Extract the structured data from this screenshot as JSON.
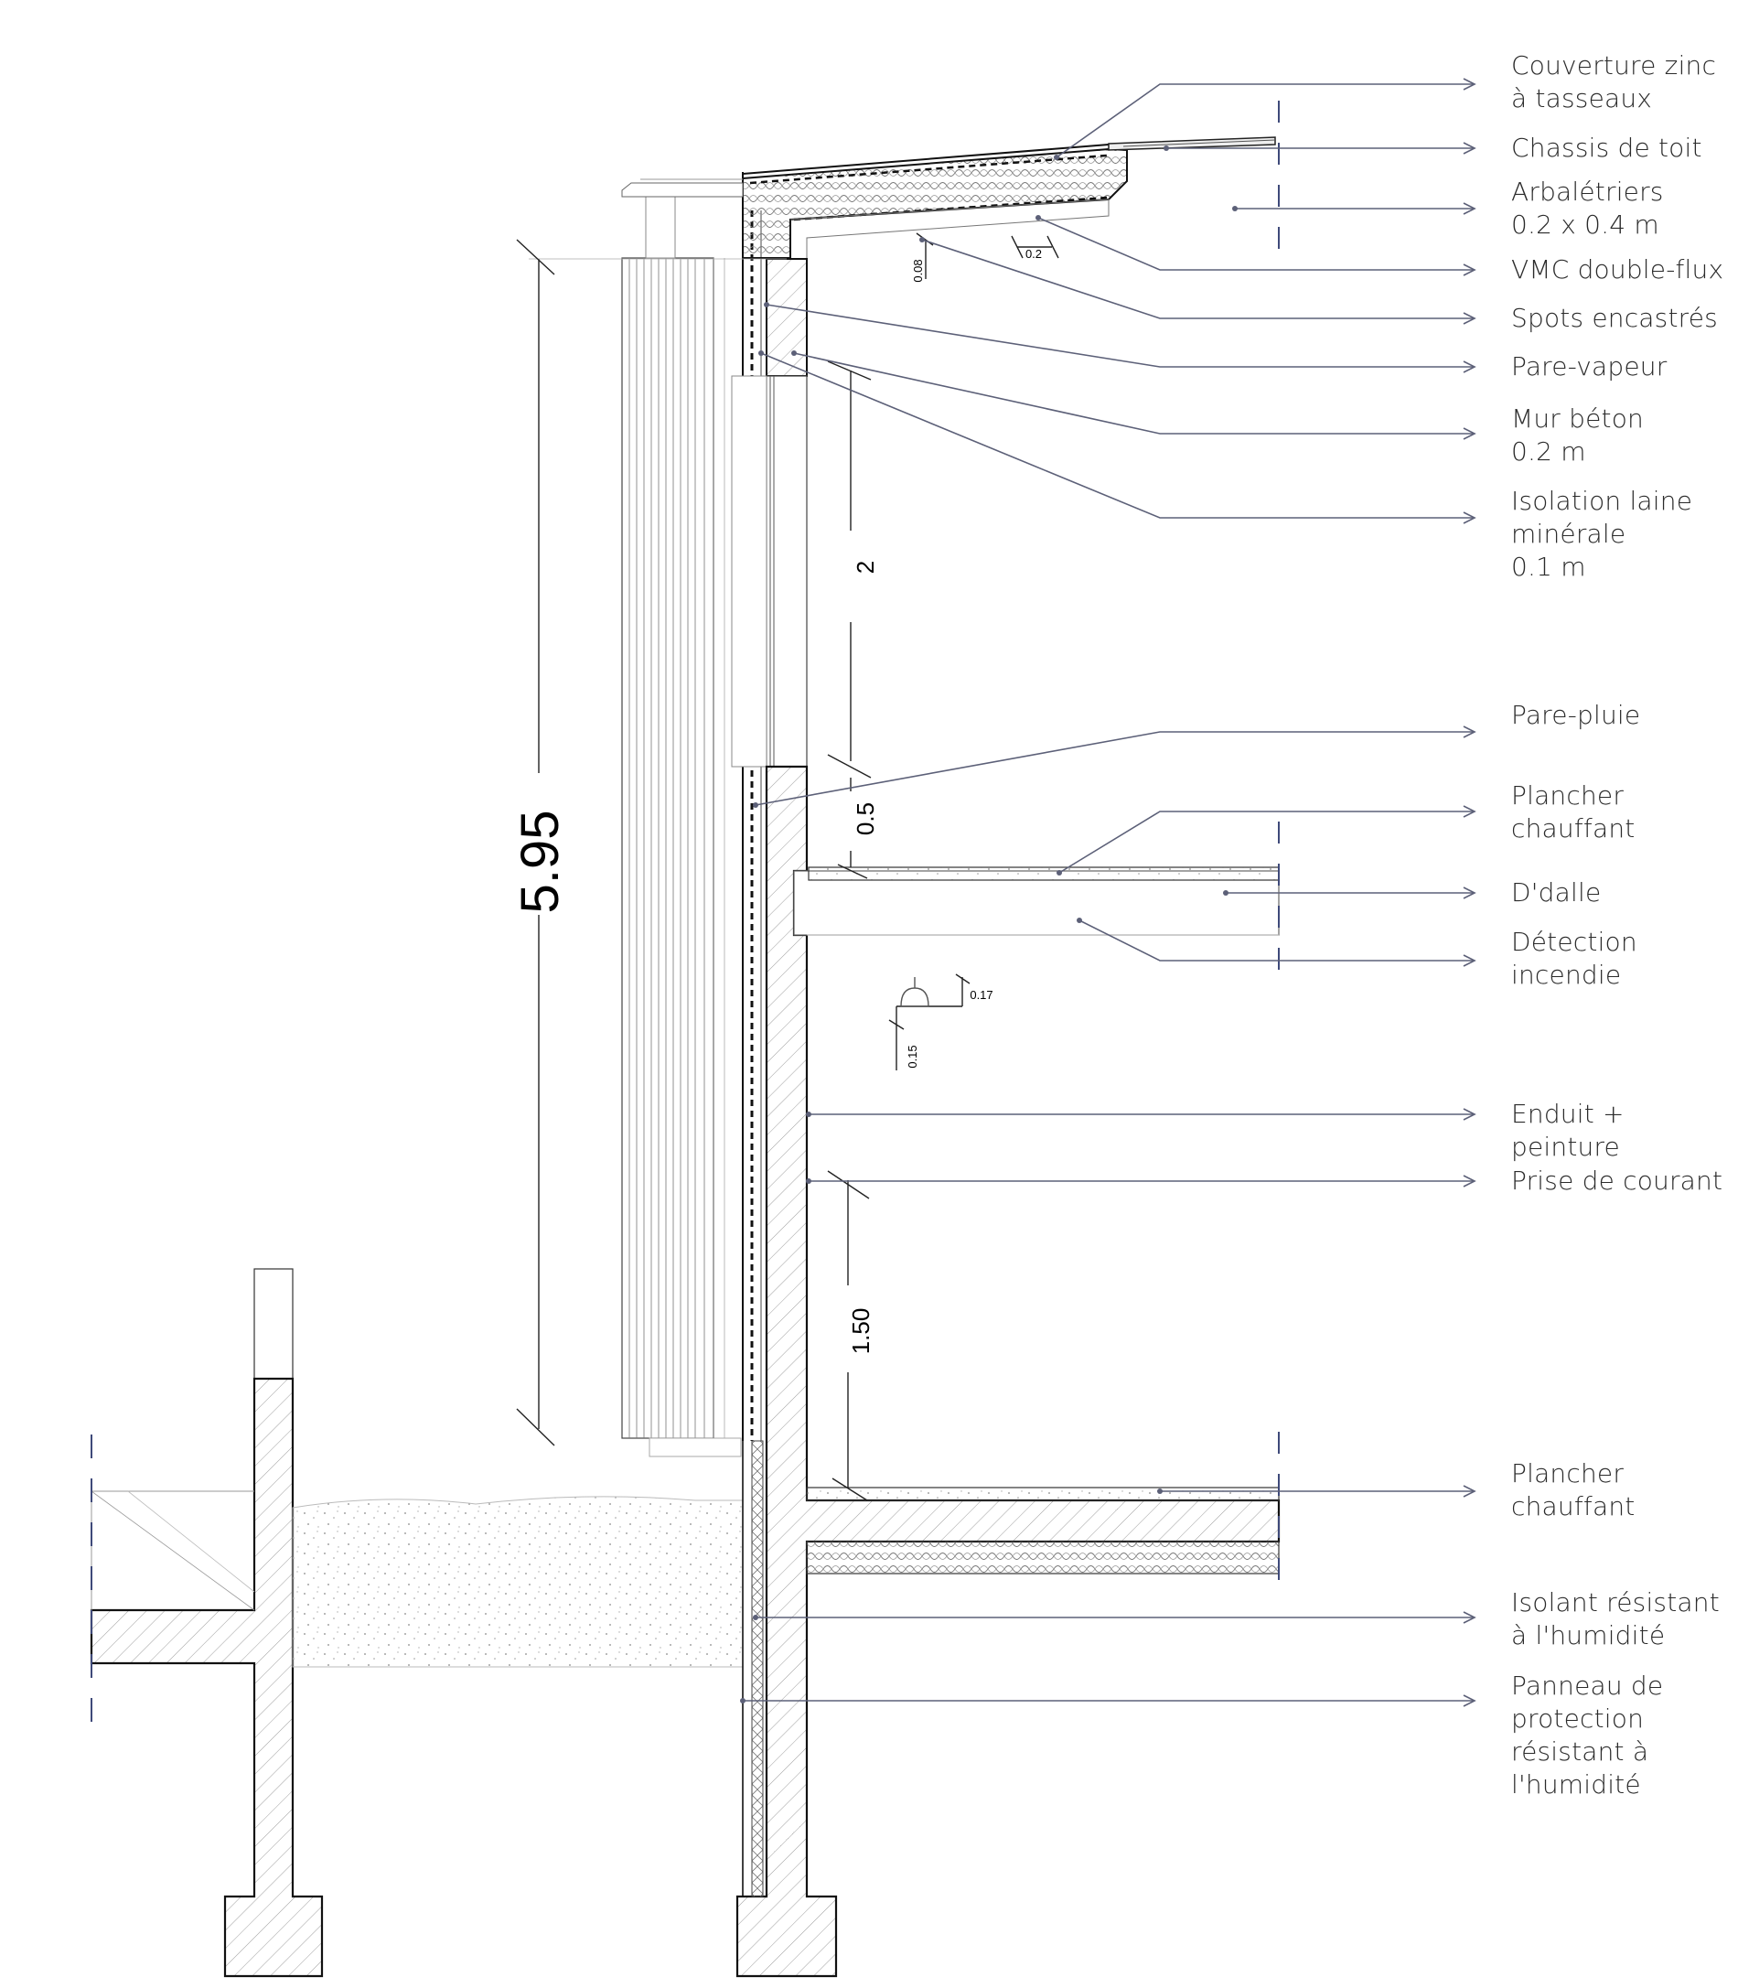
{
  "labels": [
    {
      "id": "couverture",
      "text": "Couverture zinc\nà tasseaux"
    },
    {
      "id": "chassis",
      "text": "Chassis de toit"
    },
    {
      "id": "arbaletriers",
      "text": "Arbalétriers\n0.2 x 0.4 m"
    },
    {
      "id": "vmc",
      "text": "VMC double-flux"
    },
    {
      "id": "spots",
      "text": "Spots encastrés"
    },
    {
      "id": "pare-vapeur",
      "text": "Pare-vapeur"
    },
    {
      "id": "mur-beton",
      "text": "Mur béton\n0.2 m"
    },
    {
      "id": "isolation",
      "text": "Isolation laine\nminérale\n0.1 m"
    },
    {
      "id": "pare-pluie",
      "text": "Pare-pluie"
    },
    {
      "id": "plancher-1",
      "text": "Plancher\nchauffant"
    },
    {
      "id": "ddalle",
      "text": "D'dalle"
    },
    {
      "id": "detection",
      "text": "Détection\nincendie"
    },
    {
      "id": "enduit",
      "text": "Enduit + peinture"
    },
    {
      "id": "prise",
      "text": "Prise de courant"
    },
    {
      "id": "plancher-2",
      "text": "Plancher\nchauffant"
    },
    {
      "id": "isolant-humidite",
      "text": "Isolant résistant\nà l'humidité"
    },
    {
      "id": "panneau",
      "text": "Panneau de\nprotection\nrésistant à\nl'humidité"
    }
  ],
  "dimensions": {
    "total_height": "5.95",
    "window_height": "2",
    "lintel": "0.5",
    "socket_height": "1.50",
    "spot": "0.08",
    "vmc_gap": "0.2",
    "detector_width": "0.17",
    "detector_height": "0.15"
  },
  "colors": {
    "leader": "#5c6078",
    "line": "#111111",
    "hatch": "#9a9a9a",
    "dash": "#3f4a7a",
    "text": "#2b2b2b"
  }
}
